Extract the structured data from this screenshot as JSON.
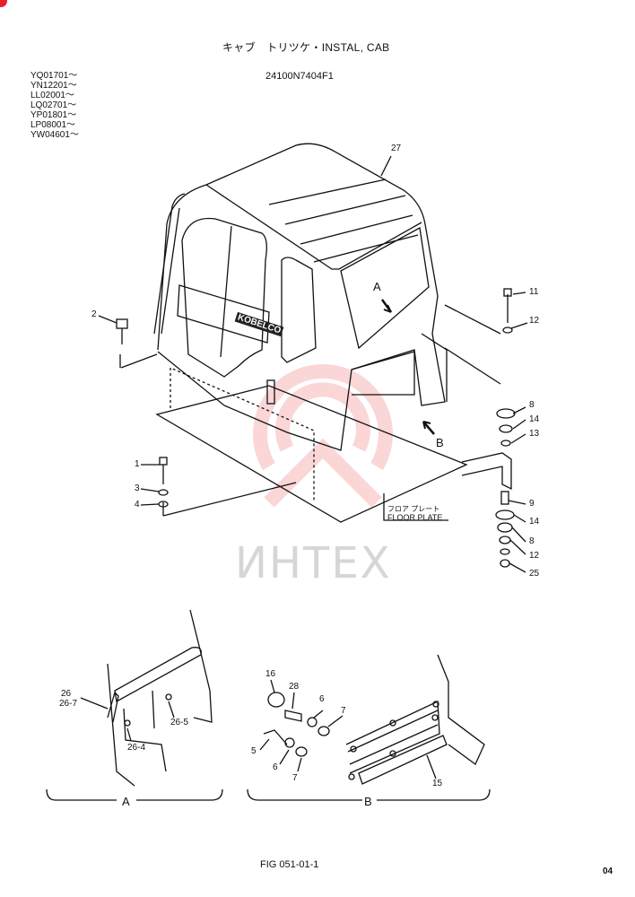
{
  "header": {
    "title": "キャブ　トリツケ・INSTAL, CAB",
    "part_no": "24100N7404F1"
  },
  "serials": [
    "YQ01701～",
    "YN12201～",
    "LL02001～",
    "LQ02701～",
    "YP01801～",
    "LP08001～",
    "YW04601～"
  ],
  "callouts": {
    "c27": "27",
    "c11": "11",
    "c12a": "12",
    "c2": "2",
    "c8a": "8",
    "c14a": "14",
    "c13": "13",
    "c1": "1",
    "c3": "3",
    "c4": "4",
    "c9": "9",
    "c14b": "14",
    "c8b": "8",
    "c12b": "12",
    "c25": "25",
    "c26": "26",
    "c26_7": "26-7",
    "c26_5": "26-5",
    "c26_4": "26-4",
    "c16": "16",
    "c28": "28",
    "c6a": "6",
    "c7a": "7",
    "c5": "5",
    "c6b": "6",
    "c7b": "7",
    "c15": "15"
  },
  "view_labels": {
    "a_arrow": "A",
    "b_arrow": "B",
    "detail_a": "A",
    "detail_b": "B"
  },
  "floor_plate": {
    "jp": "フロア プレート",
    "en": "FLOOR PLATE"
  },
  "cab_brand": "KOBELCO",
  "watermark": "ИНТЕХ",
  "footer": {
    "fig": "FIG 051-01-1",
    "page": "04"
  }
}
